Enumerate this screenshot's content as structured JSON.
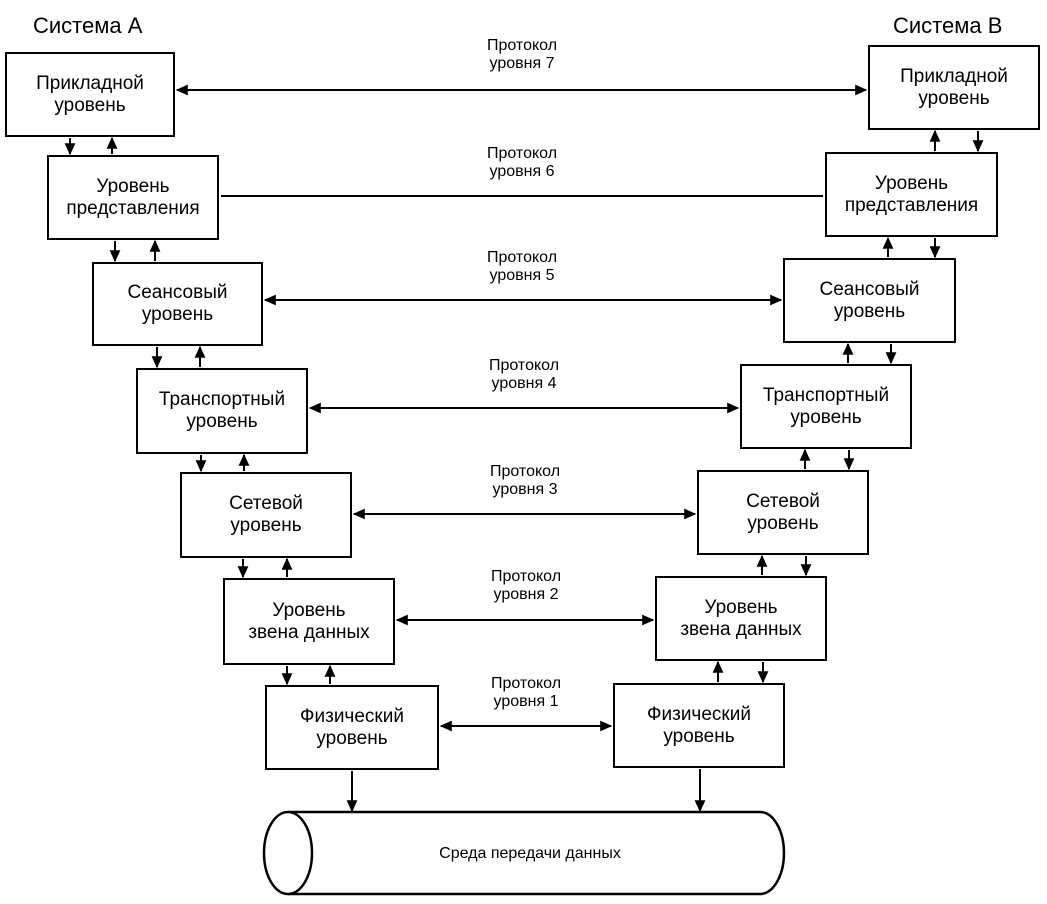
{
  "system_a_title": "Система А",
  "system_b_title": "Система В",
  "layers_a": [
    {
      "line1": "Прикладной",
      "line2": "уровень"
    },
    {
      "line1": "Уровень",
      "line2": "представления"
    },
    {
      "line1": "Сеансовый",
      "line2": "уровень"
    },
    {
      "line1": "Транспортный",
      "line2": "уровень"
    },
    {
      "line1": "Сетевой",
      "line2": "уровень"
    },
    {
      "line1": "Уровень",
      "line2": "звена данных"
    },
    {
      "line1": "Физический",
      "line2": "уровень"
    }
  ],
  "layers_b": [
    {
      "line1": "Прикладной",
      "line2": "уровень"
    },
    {
      "line1": "Уровень",
      "line2": "представления"
    },
    {
      "line1": "Сеансовый",
      "line2": "уровень"
    },
    {
      "line1": "Транспортный",
      "line2": "уровень"
    },
    {
      "line1": "Сетевой",
      "line2": "уровень"
    },
    {
      "line1": "Уровень",
      "line2": "звена данных"
    },
    {
      "line1": "Физический",
      "line2": "уровень"
    }
  ],
  "protocols": [
    {
      "line1": "Протокол",
      "line2": "уровня 7"
    },
    {
      "line1": "Протокол",
      "line2": "уровня 6"
    },
    {
      "line1": "Протокол",
      "line2": "уровня 5"
    },
    {
      "line1": "Протокол",
      "line2": "уровня 4"
    },
    {
      "line1": "Протокол",
      "line2": "уровня 3"
    },
    {
      "line1": "Протокол",
      "line2": "уровня 2"
    },
    {
      "line1": "Протокол",
      "line2": "уровня 1"
    }
  ],
  "media_label": "Среда передачи данных"
}
